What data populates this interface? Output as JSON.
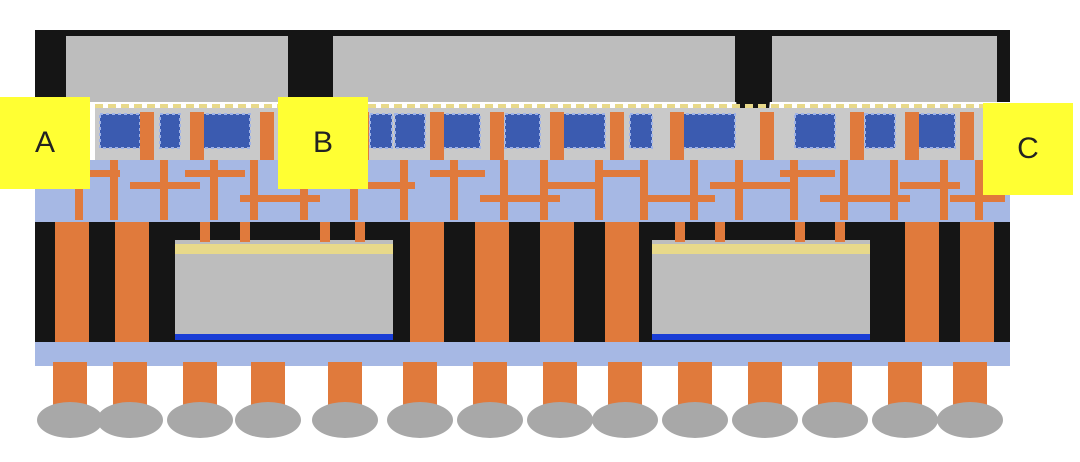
{
  "callouts": [
    {
      "id": "A",
      "label": "A"
    },
    {
      "id": "B",
      "label": "B"
    },
    {
      "id": "C",
      "label": "C"
    }
  ],
  "colors": {
    "molding": "#151515",
    "die": "#bdbdbd",
    "copper": "#e07a3c",
    "dielectric": "#a6b8e4",
    "microbump_array": "#3b5bb0",
    "label_bg": "#ffff33",
    "bottom_film": "#1a3ed6",
    "solder_ball": "#a8a8a8",
    "bond_film": "#e8d98a"
  },
  "components": {
    "top_dies": [
      "top-die-left",
      "top-die-center",
      "top-die-right"
    ],
    "embedded_dies": [
      "embedded-die-left",
      "embedded-die-right"
    ]
  }
}
